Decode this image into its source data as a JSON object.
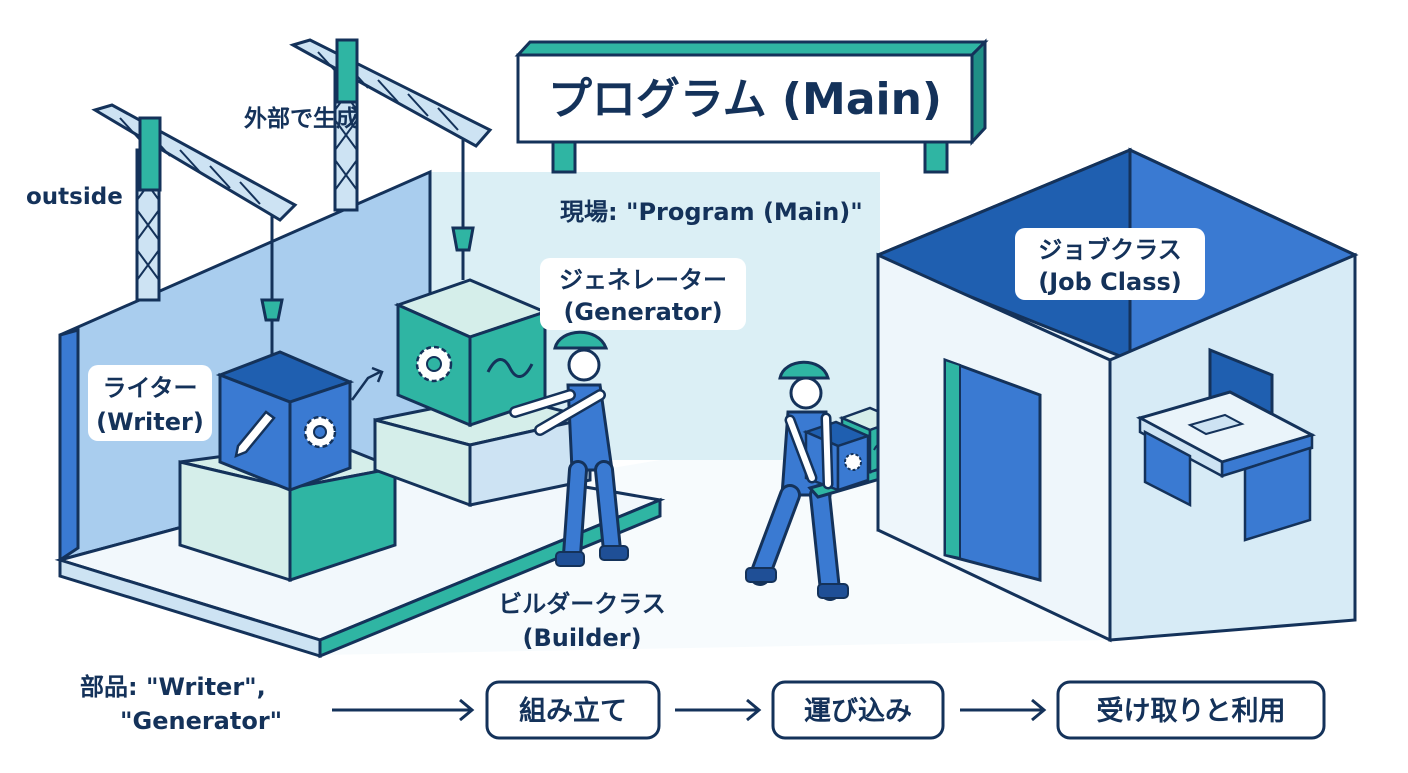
{
  "title": "プログラム (Main)",
  "labels": {
    "site": "現場: \"Program (Main)\"",
    "outside": "outside",
    "external": "外部で生成",
    "writer_jp": "ライター",
    "writer_en": "(Writer)",
    "generator_jp": "ジェネレーター",
    "generator_en": "(Generator)",
    "builder_jp": "ビルダークラス",
    "builder_en": "(Builder)",
    "job_jp": "ジョブクラス",
    "job_en": "(Job Class)"
  },
  "flow": {
    "parts_line1": "部品: \"Writer\",",
    "parts_line2": "\"Generator\"",
    "steps": [
      "組み立て",
      "運び込み",
      "受け取りと利用"
    ]
  },
  "colors": {
    "outline": "#14325a",
    "blue": "#3a7ad2",
    "light_blue": "#cde3f3",
    "teal": "#2fb5a3",
    "light_teal": "#d5eeea",
    "navy_text": "#14325a"
  },
  "icons": [
    "crane-icon",
    "gear-icon",
    "pencil-icon",
    "wave-icon",
    "computer-icon",
    "worker-icon"
  ]
}
